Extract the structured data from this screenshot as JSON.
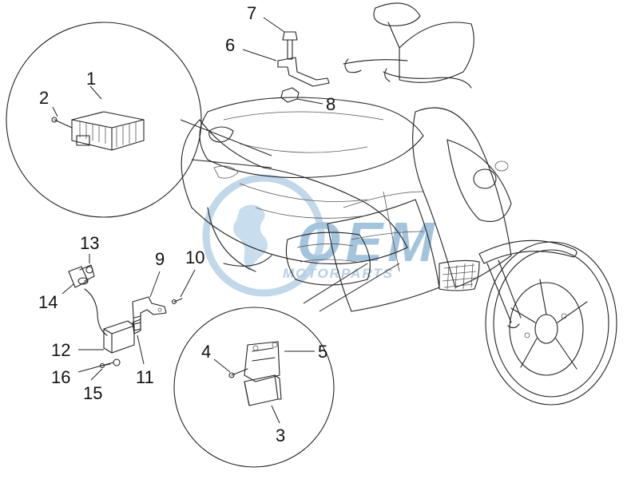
{
  "watermark": {
    "logo_text": "OEM",
    "subtitle": "MOTORPARTS",
    "color": "#5a95c4"
  },
  "callouts": {
    "n1": "1",
    "n2": "2",
    "n3": "3",
    "n4": "4",
    "n5": "5",
    "n6": "6",
    "n7": "7",
    "n8": "8",
    "n9": "9",
    "n10": "10",
    "n11": "11",
    "n12": "12",
    "n13": "13",
    "n14": "14",
    "n15": "15",
    "n16": "16"
  },
  "colors": {
    "line": "#222222",
    "background": "#ffffff"
  }
}
